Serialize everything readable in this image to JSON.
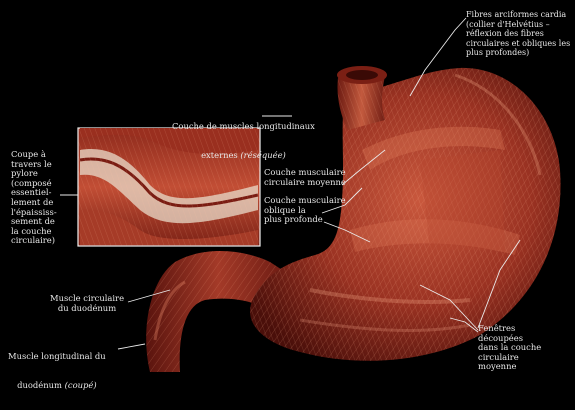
{
  "labels": {
    "fibres": "Fibres arciformes cardia\n(collier d'Helvétius –\nréflexion des fibres\ncirculaires et obliques les\nplus profondes)",
    "longitudinaux_1": "Couche de muscles longitudinaux",
    "longitudinaux_2": "externes",
    "longitudinaux_3": "(réséquée)",
    "coupe": "Coupe à\ntravers le\npylore\n(composé\nessentiel-\nlement de\nl'épaississ-\nsement de\nla couche\ncirculaire)",
    "circulaire": "Couche musculaire\ncirculaire moyenne",
    "oblique": "Couche musculaire\noblique la\nplus profonde",
    "duodenum_circ": "Muscle circulaire\ndu duodénum",
    "duodenum_long_1": "Muscle longitudinal du",
    "duodenum_long_2": "duodénum",
    "duodenum_long_3": "(coupé)",
    "fenetres": "Fenêtres\ndécoupées\ndans la couche\ncirculaire\nmoyenne"
  },
  "colors": {
    "background": "#000000",
    "muscle_dark": "#6e1c14",
    "muscle_mid": "#a83a28",
    "muscle_light": "#d26a4c",
    "label_text": "#e8e8e8"
  }
}
